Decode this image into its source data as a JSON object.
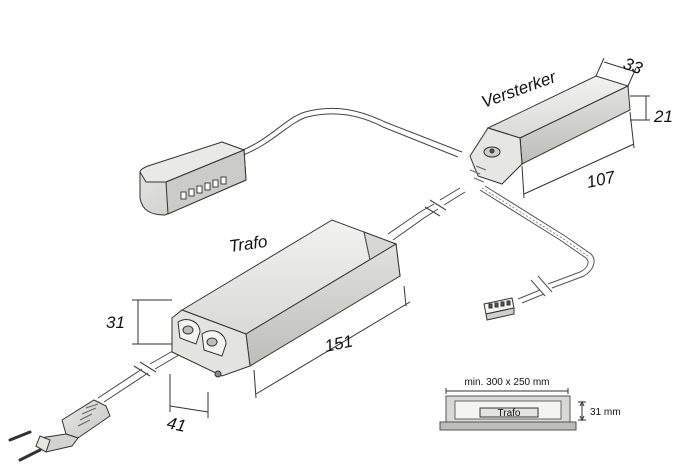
{
  "labels": {
    "versterker": "Versterker",
    "trafo": "Trafo",
    "dim_versterker_width": "33",
    "dim_versterker_height": "21",
    "dim_versterker_length": "107",
    "dim_trafo_height": "31",
    "dim_trafo_width": "41",
    "dim_trafo_length": "151"
  },
  "inset": {
    "clearance": "min. 300 x 250 mm",
    "box_label": "Trafo",
    "height": "31 mm"
  }
}
